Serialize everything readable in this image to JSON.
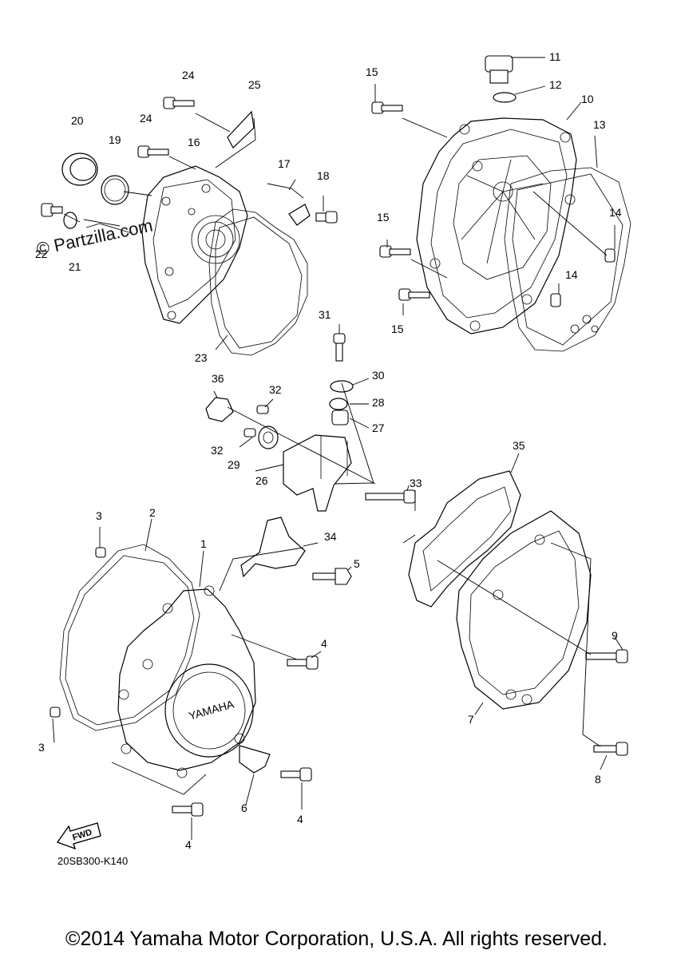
{
  "watermark": "© Partzilla.com",
  "diagram_code": "20SB300-K140",
  "copyright": "©2014 Yamaha Motor Corporation, U.S.A. All rights reserved.",
  "fwd_label": "FWD",
  "cover_logo": "YAMAHA",
  "callouts": [
    {
      "id": "c24a",
      "text": "24"
    },
    {
      "id": "c25",
      "text": "25"
    },
    {
      "id": "c20",
      "text": "20"
    },
    {
      "id": "c19",
      "text": "19"
    },
    {
      "id": "c24b",
      "text": "24"
    },
    {
      "id": "c16",
      "text": "16"
    },
    {
      "id": "c17",
      "text": "17"
    },
    {
      "id": "c18",
      "text": "18"
    },
    {
      "id": "c22",
      "text": "22"
    },
    {
      "id": "c21",
      "text": "21"
    },
    {
      "id": "c23",
      "text": "23"
    },
    {
      "id": "c15a",
      "text": "15"
    },
    {
      "id": "c11",
      "text": "11"
    },
    {
      "id": "c12",
      "text": "12"
    },
    {
      "id": "c10",
      "text": "10"
    },
    {
      "id": "c13",
      "text": "13"
    },
    {
      "id": "c15b",
      "text": "15"
    },
    {
      "id": "c14a",
      "text": "14"
    },
    {
      "id": "c14b",
      "text": "14"
    },
    {
      "id": "c15c",
      "text": "15"
    },
    {
      "id": "c31",
      "text": "31"
    },
    {
      "id": "c30",
      "text": "30"
    },
    {
      "id": "c28",
      "text": "28"
    },
    {
      "id": "c27",
      "text": "27"
    },
    {
      "id": "c36",
      "text": "36"
    },
    {
      "id": "c32a",
      "text": "32"
    },
    {
      "id": "c32b",
      "text": "32"
    },
    {
      "id": "c29",
      "text": "29"
    },
    {
      "id": "c26",
      "text": "26"
    },
    {
      "id": "c35",
      "text": "35"
    },
    {
      "id": "c33",
      "text": "33"
    },
    {
      "id": "c3a",
      "text": "3"
    },
    {
      "id": "c2",
      "text": "2"
    },
    {
      "id": "c1",
      "text": "1"
    },
    {
      "id": "c34",
      "text": "34"
    },
    {
      "id": "c5",
      "text": "5"
    },
    {
      "id": "c4a",
      "text": "4"
    },
    {
      "id": "c9",
      "text": "9"
    },
    {
      "id": "c7",
      "text": "7"
    },
    {
      "id": "c3b",
      "text": "3"
    },
    {
      "id": "c6",
      "text": "6"
    },
    {
      "id": "c4b",
      "text": "4"
    },
    {
      "id": "c8",
      "text": "8"
    },
    {
      "id": "c4c",
      "text": "4"
    }
  ]
}
